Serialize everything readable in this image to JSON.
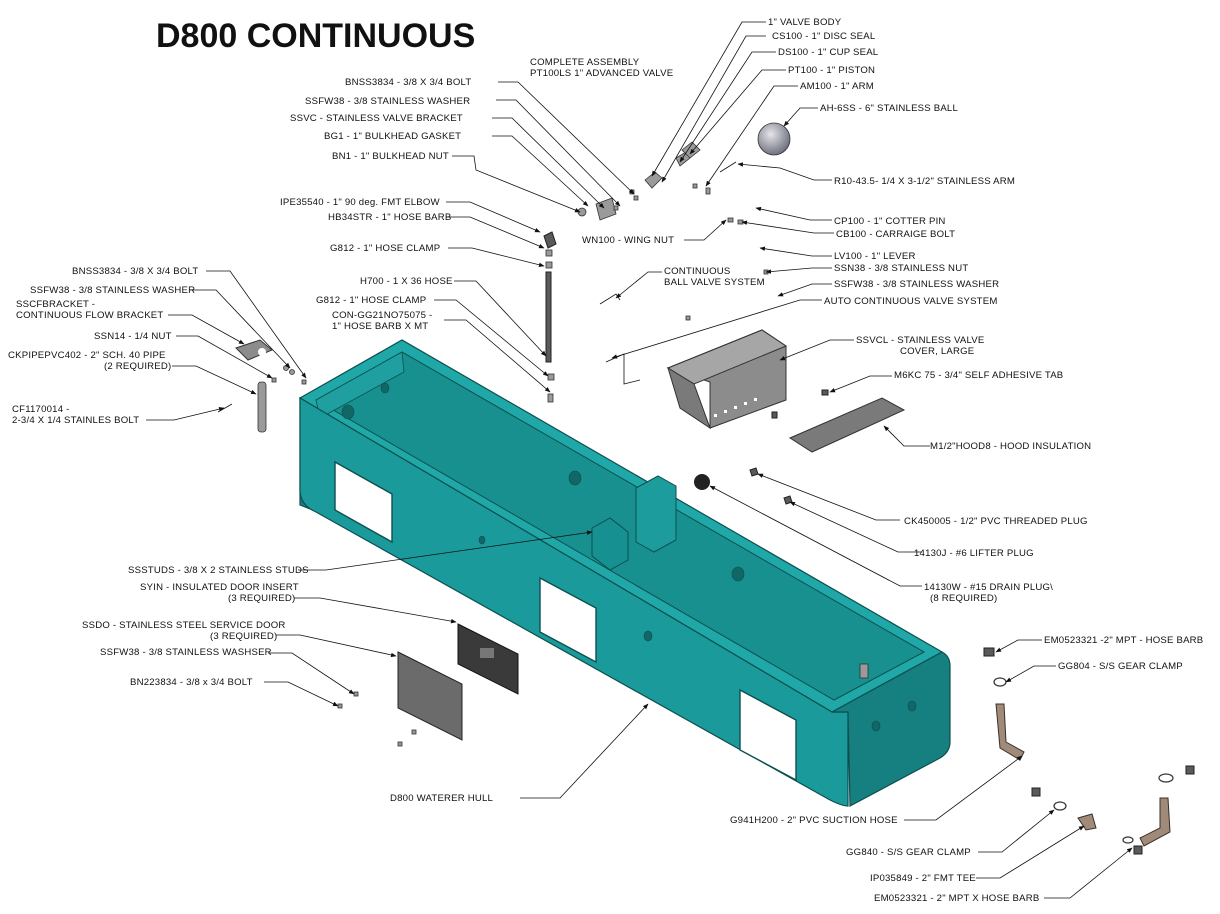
{
  "title": "D800 CONTINUOUS",
  "labels": {
    "valve_body": "1\" VALVE BODY",
    "cs100": "CS100 - 1\" DISC SEAL",
    "ds100": "DS100 - 1\" CUP SEAL",
    "pt100": "PT100 - 1\" PISTON",
    "am100": "AM100 - 1\" ARM",
    "ah6ss": "AH-6SS - 6\" STAINLESS BALL",
    "complete_1": "COMPLETE ASSEMBLY",
    "complete_2": "PT100LS 1\" ADVANCED VALVE",
    "bnss_top": "BNSS3834 - 3/8 X 3/4 BOLT",
    "ssfw_top": "SSFW38 - 3/8 STAINLESS WASHER",
    "ssvc": "SSVC - STAINLESS VALVE BRACKET",
    "bg1": "BG1 - 1\" BULKHEAD GASKET",
    "bn1": "BN1 - 1\" BULKHEAD NUT",
    "r10": "R10-43.5- 1/4 X 3-1/2\" STAINLESS ARM",
    "ipe": "IPE35540 - 1\" 90 deg. FMT ELBOW",
    "hb34": "HB34STR - 1\" HOSE BARB",
    "wn100": "WN100 - WING NUT",
    "cp100": "CP100 - 1\" COTTER PIN",
    "cb100": "CB100 - CARRAIGE BOLT",
    "g812_top": "G812 - 1\" HOSE CLAMP",
    "lv100": "LV100 - 1\" LEVER",
    "cont_1": "CONTINUOUS",
    "cont_2": "BALL VALVE SYSTEM",
    "ssn38": "SSN38 - 3/8 STAINLESS NUT",
    "ssfw_mid": "SSFW38 - 3/8 STAINLESS WASHER",
    "h700": "H700 - 1 X 36 HOSE",
    "auto": "AUTO CONTINUOUS VALVE SYSTEM",
    "g812_mid": "G812 - 1\" HOSE CLAMP",
    "con_1": "CON-GG21NO75075 -",
    "con_2": "1\" HOSE BARB X MT",
    "bnss_left": "BNSS3834 - 3/8 X 3/4 BOLT",
    "ssfw_left": "SSFW38 - 3/8 STAINLESS WASHER",
    "sscf_1": "SSCFBRACKET -",
    "sscf_2": "CONTINUOUS FLOW BRACKET",
    "ssn14": "SSN14 - 1/4 NUT",
    "ckpipe_1": "CKPIPEPVC402 - 2\" SCH. 40 PIPE",
    "ckpipe_2": "(2 REQUIRED)",
    "ssvcl_1": "SSVCL - STAINLESS VALVE",
    "ssvcl_2": "COVER, LARGE",
    "m6kc": "M6KC 75 - 3/4\" SELF ADHESIVE TAB",
    "cf_1": "CF1170014 -",
    "cf_2": "2-3/4 X 1/4 STAINLES BOLT",
    "m1hood": "M1/2\"HOOD8 - HOOD INSULATION",
    "ck45": "CK450005 - 1/2\" PVC THREADED PLUG",
    "lifter": "14130J - #6 LIFTER PLUG",
    "drain_1": "14130W - #15 DRAIN PLUG\\",
    "drain_2": "(8 REQUIRED)",
    "ssstuds": "SSSTUDS - 3/8 X 2 STAINLESS STUDS",
    "syin_1": "SYIN - INSULATED DOOR INSERT",
    "syin_2": "(3 REQUIRED)",
    "ssdo_1": "SSDO - STAINLESS STEEL SERVICE DOOR",
    "ssdo_2": "(3 REQUIRED)",
    "ssfw_low": "SSFW38 - 3/8 STAINLESS WASHSER",
    "bn2238": "BN223834 - 3/8 x 3/4 BOLT",
    "em_top": "EM0523321 -2\" MPT - HOSE BARB",
    "gg804": "GG804 - S/S GEAR CLAMP",
    "hull": "D800 WATERER HULL",
    "g941": "G941H200 - 2\" PVC SUCTION HOSE",
    "gg840": "GG840 - S/S GEAR CLAMP",
    "ip035": "IP035849 - 2\" FMT TEE",
    "em_bot": "EM0523321 - 2\" MPT X HOSE BARB"
  },
  "colors": {
    "hull": "#1a9a9a",
    "parts": "#8c8c8c",
    "hose": "#a08a7a"
  }
}
